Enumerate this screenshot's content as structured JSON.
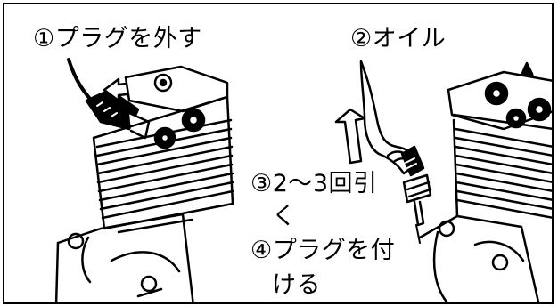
{
  "steps": {
    "step1": "①プラグを外す",
    "step2": "②オイル",
    "step3_line1": "③2～3回引",
    "step3_line2": "く",
    "step4_line1": "④プラグを付",
    "step4_line2": "ける"
  },
  "colors": {
    "line": "#000000",
    "background": "#ffffff"
  },
  "icons": [
    "engine-illustration",
    "arrow-up-icon",
    "hand-illustration",
    "oil-drop-icon"
  ]
}
